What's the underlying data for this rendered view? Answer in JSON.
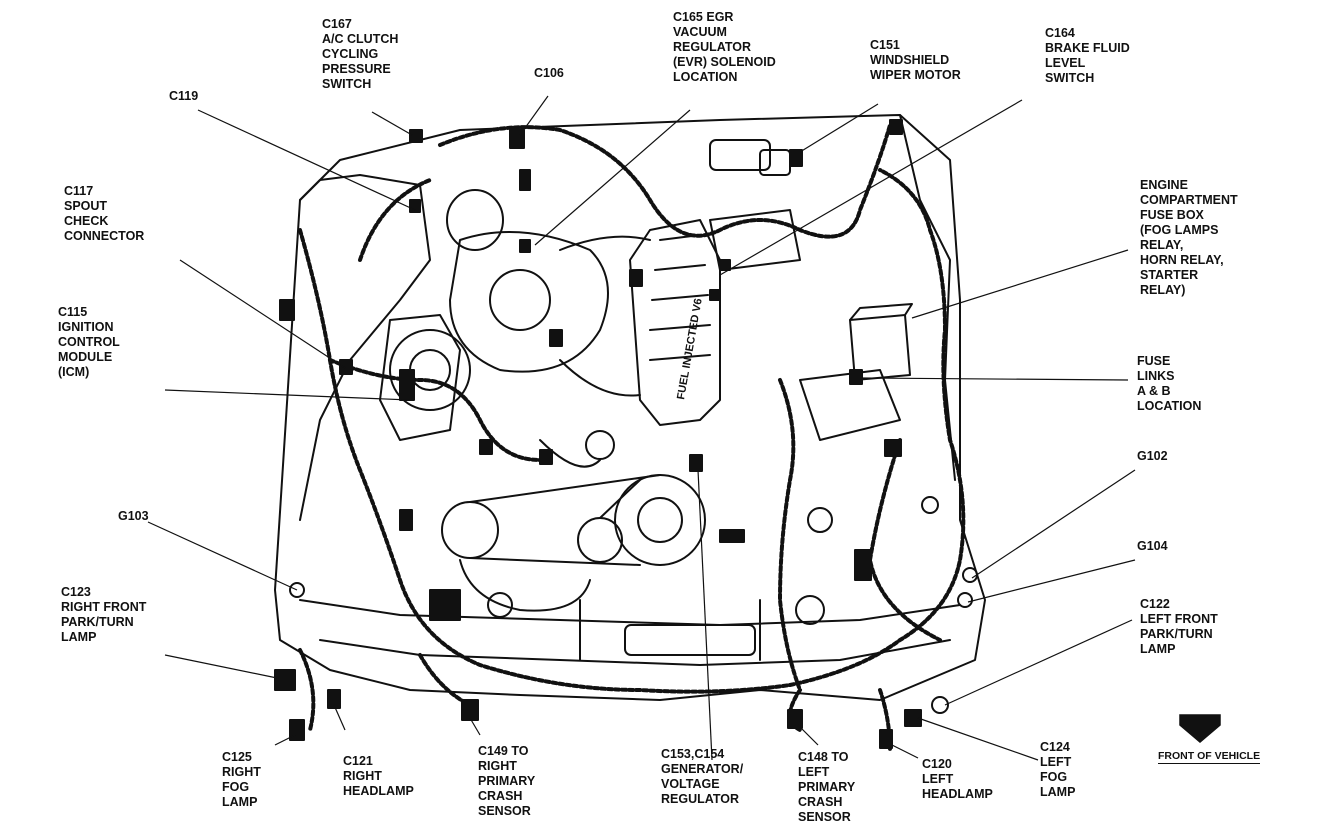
{
  "diagram": {
    "labels": {
      "c167": [
        "C167",
        "A/C CLUTCH",
        "CYCLING",
        "PRESSURE",
        "SWITCH"
      ],
      "c106": [
        "C106"
      ],
      "c165": [
        "C165 EGR",
        "VACUUM",
        "REGULATOR",
        "(EVR) SOLENOID",
        "LOCATION"
      ],
      "c151": [
        "C151",
        "WINDSHIELD",
        "WIPER MOTOR"
      ],
      "c164": [
        "C164",
        "BRAKE FLUID",
        "LEVEL",
        "SWITCH"
      ],
      "c119": [
        "C119"
      ],
      "c117": [
        "C117",
        "SPOUT",
        "CHECK",
        "CONNECTOR"
      ],
      "engine_fuse_box": [
        "ENGINE",
        "COMPARTMENT",
        "FUSE BOX",
        "(FOG LAMPS",
        "RELAY,",
        "HORN RELAY,",
        "STARTER",
        "RELAY)"
      ],
      "c115": [
        "C115",
        "IGNITION",
        "CONTROL",
        "MODULE",
        "(ICM)"
      ],
      "fuse_links": [
        "FUSE",
        "LINKS",
        "A & B",
        "LOCATION"
      ],
      "g102": [
        "G102"
      ],
      "g103": [
        "G103"
      ],
      "g104": [
        "G104"
      ],
      "c123": [
        "C123",
        "RIGHT FRONT",
        "PARK/TURN",
        "LAMP"
      ],
      "c122": [
        "C122",
        "LEFT FRONT",
        "PARK/TURN",
        "LAMP"
      ],
      "c125": [
        "C125",
        "RIGHT",
        "FOG",
        "LAMP"
      ],
      "c121": [
        "C121",
        "RIGHT",
        "HEADLAMP"
      ],
      "c149": [
        "C149 TO",
        "RIGHT",
        "PRIMARY",
        "CRASH",
        "SENSOR"
      ],
      "c153": [
        "C153,C154",
        "GENERATOR/",
        "VOLTAGE",
        "REGULATOR"
      ],
      "c148": [
        "C148 TO",
        "LEFT",
        "PRIMARY",
        "CRASH",
        "SENSOR"
      ],
      "c120": [
        "C120",
        "LEFT",
        "HEADLAMP"
      ],
      "c124": [
        "C124",
        "LEFT",
        "FOG",
        "LAMP"
      ]
    },
    "engine_text": "FUEL INJECTED V6",
    "front_of_vehicle": "FRONT OF VEHICLE"
  }
}
